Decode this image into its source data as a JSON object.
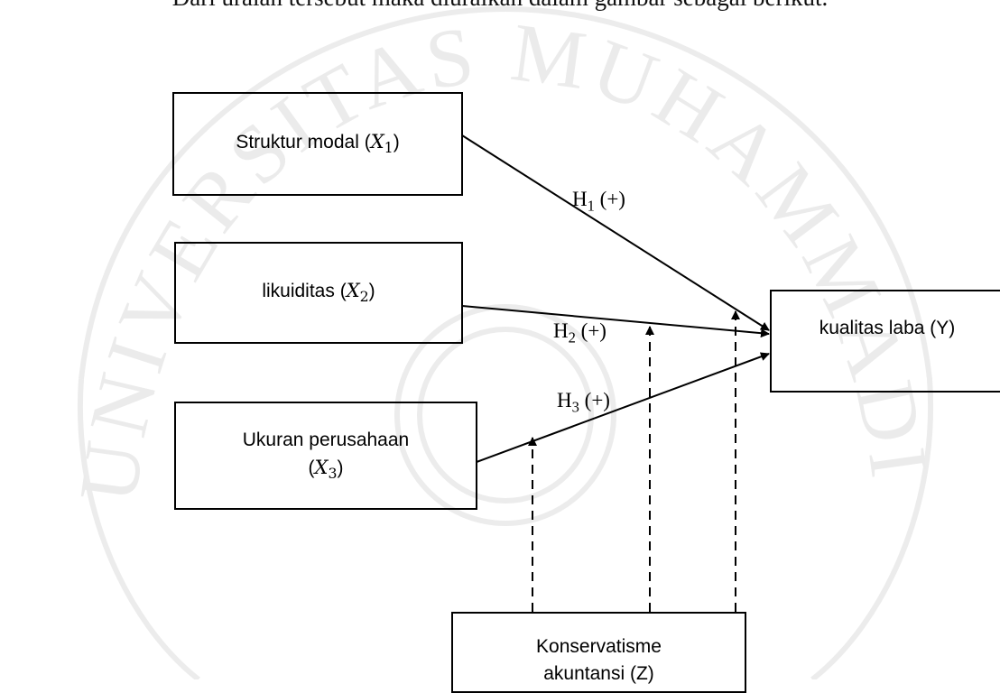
{
  "caption": "Dari uraian tersebut maka diuraikan dalam gambar sebagai berikut.",
  "watermark": {
    "text": "UNIVERSITAS MUHAMMADIYAH",
    "color": "#e6e6e6"
  },
  "boxes": {
    "x1": {
      "label": "Struktur modal",
      "var": "X",
      "sub": "1"
    },
    "x2": {
      "label": "likuiditas",
      "var": "X",
      "sub": "2"
    },
    "x3": {
      "label": "Ukuran perusahaan",
      "var": "X",
      "sub": "3"
    },
    "y": {
      "label": "kualitas laba (Y)"
    },
    "z": {
      "line1": "Konservatisme",
      "line2": "akuntansi (Z)"
    }
  },
  "hypotheses": {
    "h1": {
      "letter": "H",
      "sub": "1",
      "sign": "(+)"
    },
    "h2": {
      "letter": "H",
      "sub": "2",
      "sign": "(+)"
    },
    "h3": {
      "letter": "H",
      "sub": "3",
      "sign": "(+)"
    }
  },
  "colors": {
    "line": "#000000",
    "text": "#000000"
  }
}
